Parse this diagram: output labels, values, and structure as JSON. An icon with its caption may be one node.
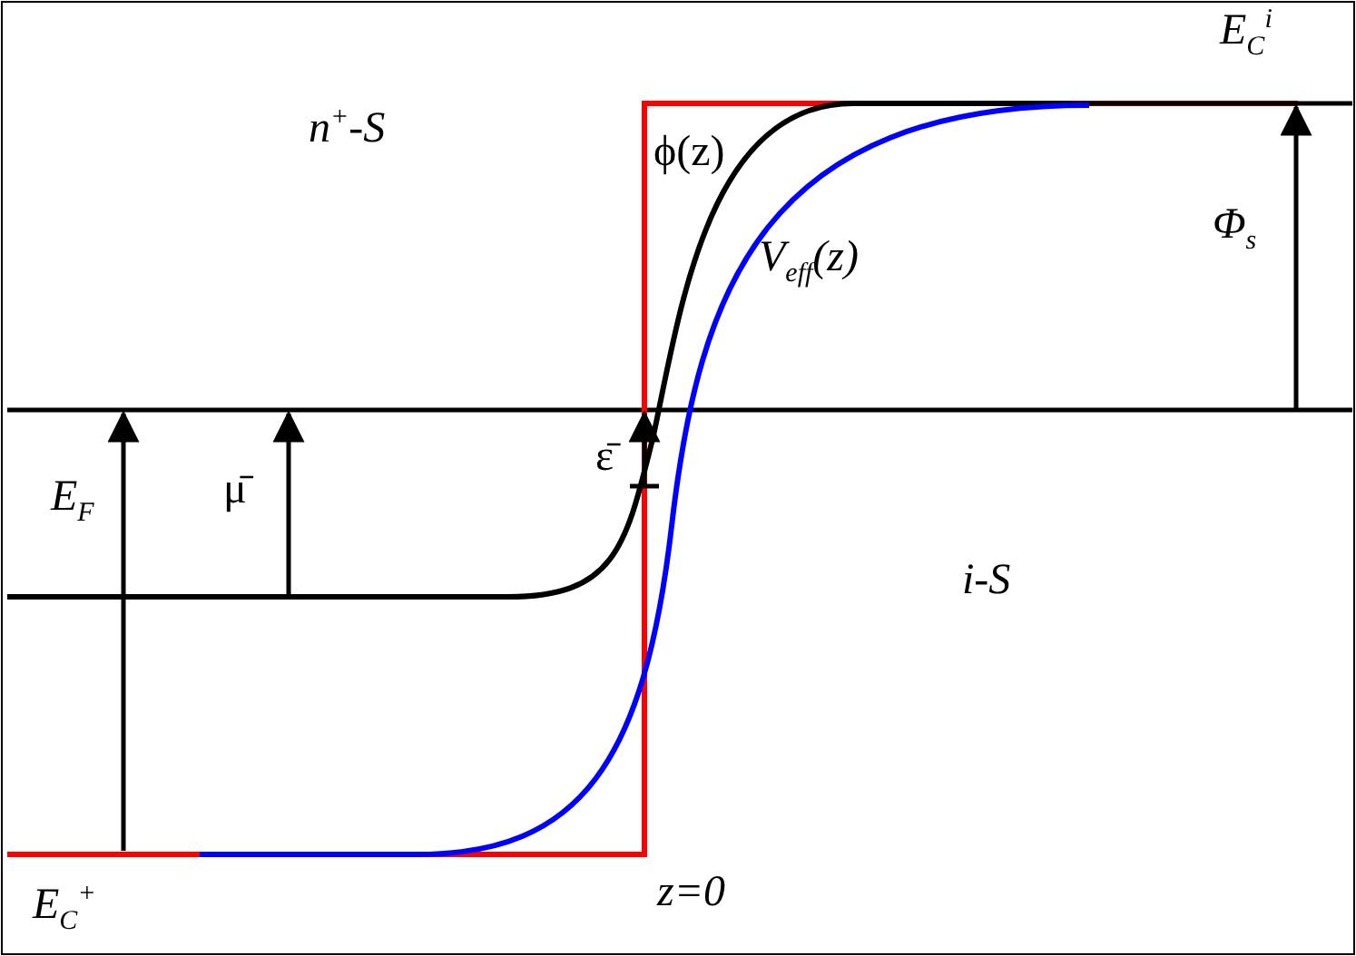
{
  "diagram": {
    "labels": [
      "E$_{C}$$^{i}$",
      "n$^{+}$-S",
      "ϕ(z)",
      "V$_{eff}$(z)",
      "Φ$_{s}$",
      "ε̄",
      "μ̄",
      "E$_{F}$",
      "i-S",
      "E$_{C}$$^{+}$",
      "z=0"
    ]
  }
}
